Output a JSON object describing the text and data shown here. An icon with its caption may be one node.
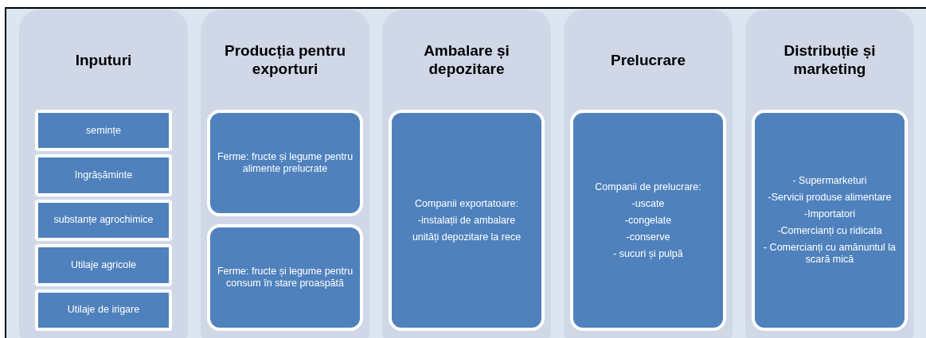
{
  "diagram": {
    "nodes": [
      {
        "text": [
          "Inputuri"
        ]
      },
      {
        "text": [
          "semințe"
        ],
        "in": 0
      },
      {
        "text": [
          "îngrășăminte"
        ],
        "in": 0
      },
      {
        "text": [
          "substanțe agrochimice"
        ],
        "in": 0
      },
      {
        "text": [
          "Utilaje agricole"
        ],
        "in": 0
      },
      {
        "text": [
          "Utilaje de irigare"
        ],
        "in": 0
      },
      {
        "text": [
          "Producția pentru exporturi"
        ]
      },
      {
        "text": [
          "Ferme: fructe și legume pentru alimente prelucrate"
        ],
        "in": 6
      },
      {
        "text": [
          "Ferme: fructe și legume pentru consum în stare proaspătă"
        ],
        "in": 6
      },
      {
        "text": [
          "Ambalare și depozitare"
        ]
      },
      {
        "text": [
          "Companii exportatoare:",
          "-instalații de ambalare",
          "unități depozitare la rece"
        ],
        "in": 9
      },
      {
        "text": [
          "Prelucrare"
        ]
      },
      {
        "text": [
          "Companii de prelucrare:",
          "-uscate",
          "-congelate",
          "-conserve",
          "- sucuri și pulpă"
        ],
        "in": 11
      },
      {
        "text": [
          "Distribuție și marketing"
        ]
      },
      {
        "text": [
          "- Supermarketuri",
          "-Servicii produse alimentare",
          "-Importatori",
          "-Comercianți cu ridicata",
          "- Comercianți cu amănuntul la scară mică"
        ],
        "in": 13
      }
    ]
  }
}
